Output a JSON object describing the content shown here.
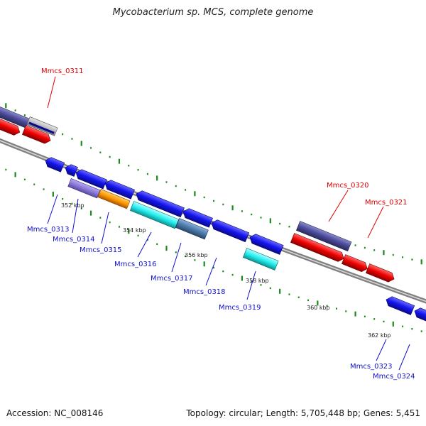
{
  "title": "Mycobacterium sp. MCS, complete genome",
  "footer": {
    "accession": "Accession: NC_008146",
    "topology": "Topology: circular; Length: 5,705,448 bp; Genes: 5,451"
  },
  "ticks": [
    "352 kbp",
    "354 kbp",
    "356 kbp",
    "358 kbp",
    "360 kbp",
    "362 kbp"
  ],
  "genes_forward": [
    "Mmcs_0311",
    "Mmcs_0320",
    "Mmcs_0321"
  ],
  "genes_reverse": [
    "Mmcs_0313",
    "Mmcs_0314",
    "Mmcs_0315",
    "Mmcs_0316",
    "Mmcs_0317",
    "Mmcs_0318",
    "Mmcs_0319",
    "Mmcs_0323",
    "Mmcs_0324"
  ],
  "colors": {
    "forward_label": "#e00000",
    "reverse_label": "#1010cc",
    "backbone": "#808080",
    "tick_marks": "#1a8a1a",
    "gene_blue": "#1a1aee",
    "gene_red": "#ee0000",
    "gene_cyan": "#22eeee",
    "gene_orange": "#ff9900",
    "gene_dark_slate": "#4a4a9a",
    "gene_light_slate": "#8c7ad8",
    "gene_steel": "#4a7aaa"
  }
}
